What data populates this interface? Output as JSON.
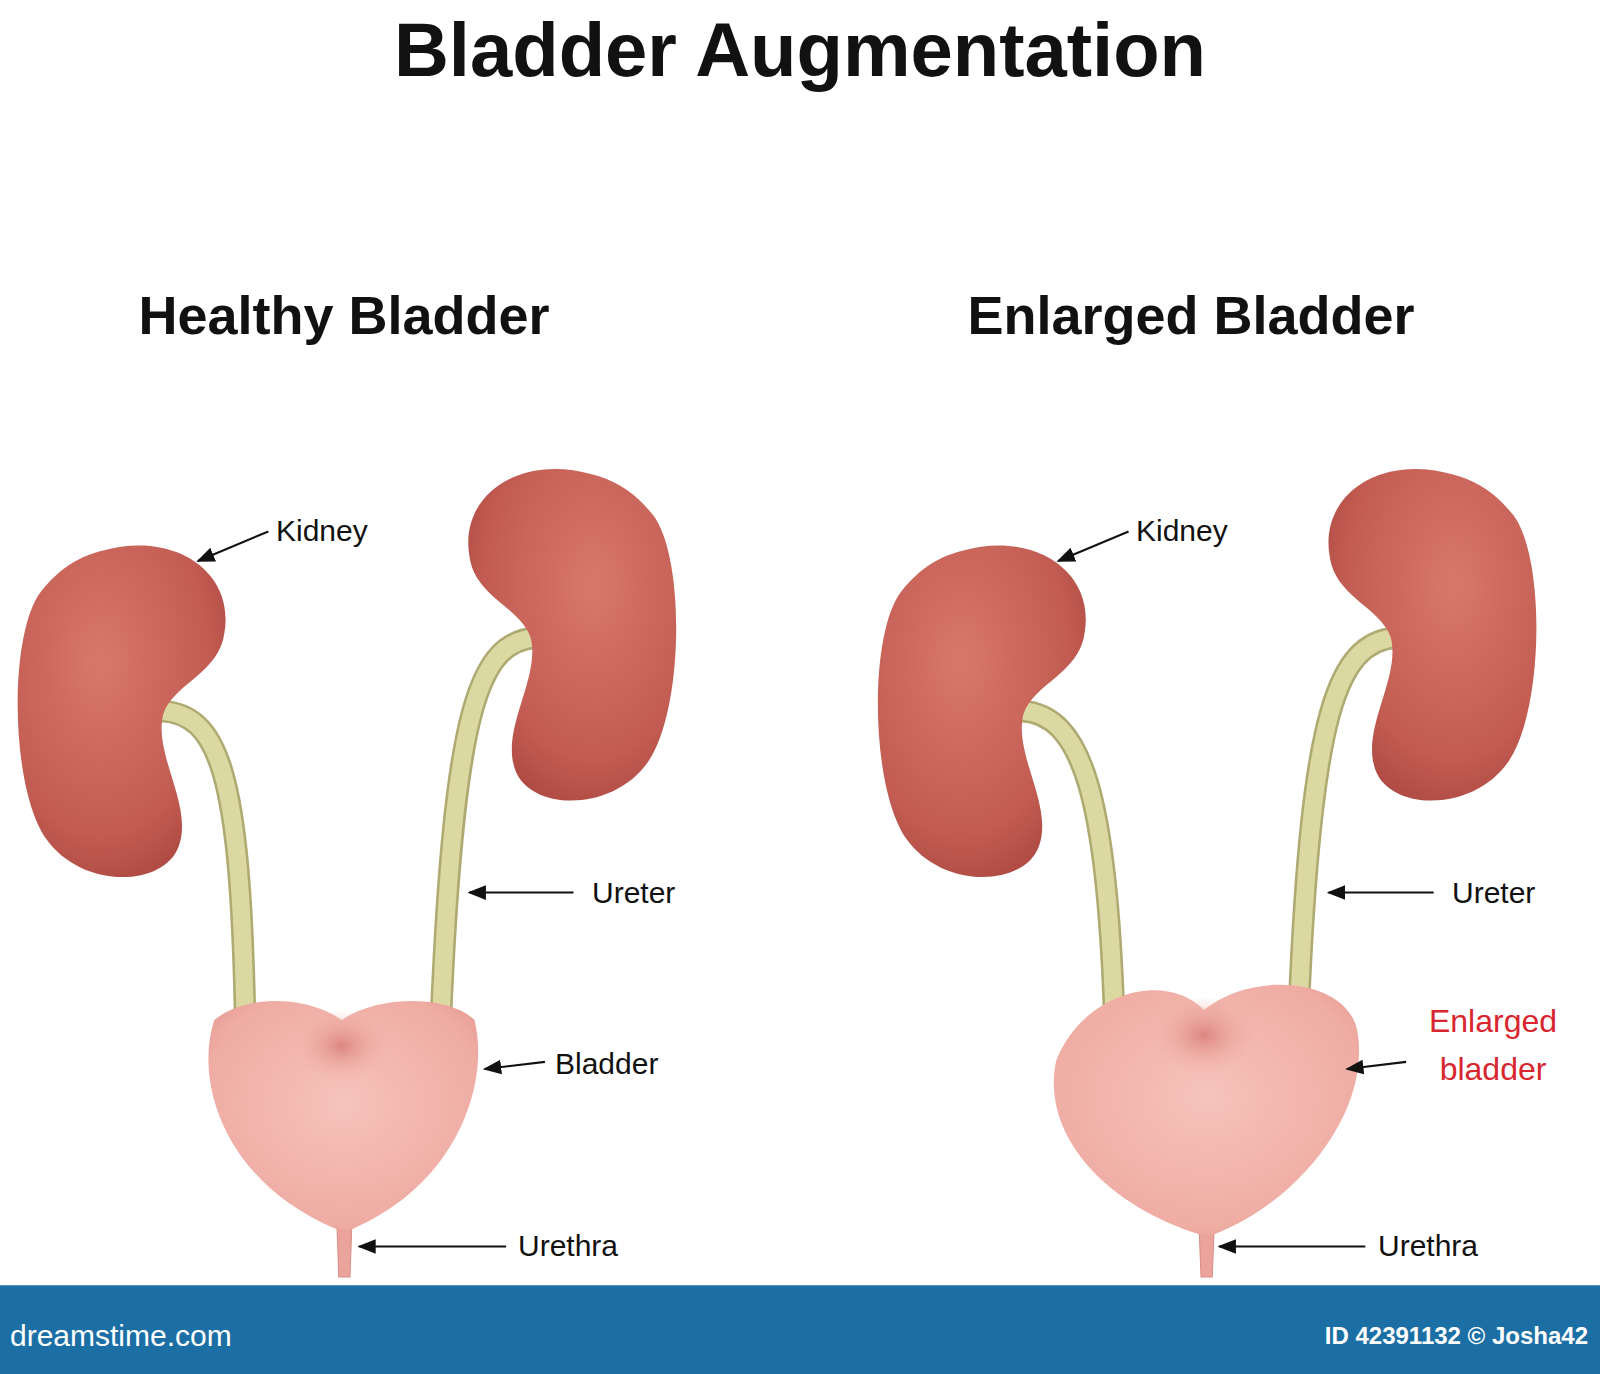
{
  "diagram": {
    "title": "Bladder Augmentation",
    "labels": [
      "Healthy Bladder",
      "Enlarged Bladder",
      "Kidney",
      "Ureter",
      "Bladder",
      "Urethra",
      "Kidney",
      "Ureter",
      "Enlarged bladder",
      "Urethra",
      "dreamstime.com",
      "ID 42391132 © Josha42"
    ]
  }
}
